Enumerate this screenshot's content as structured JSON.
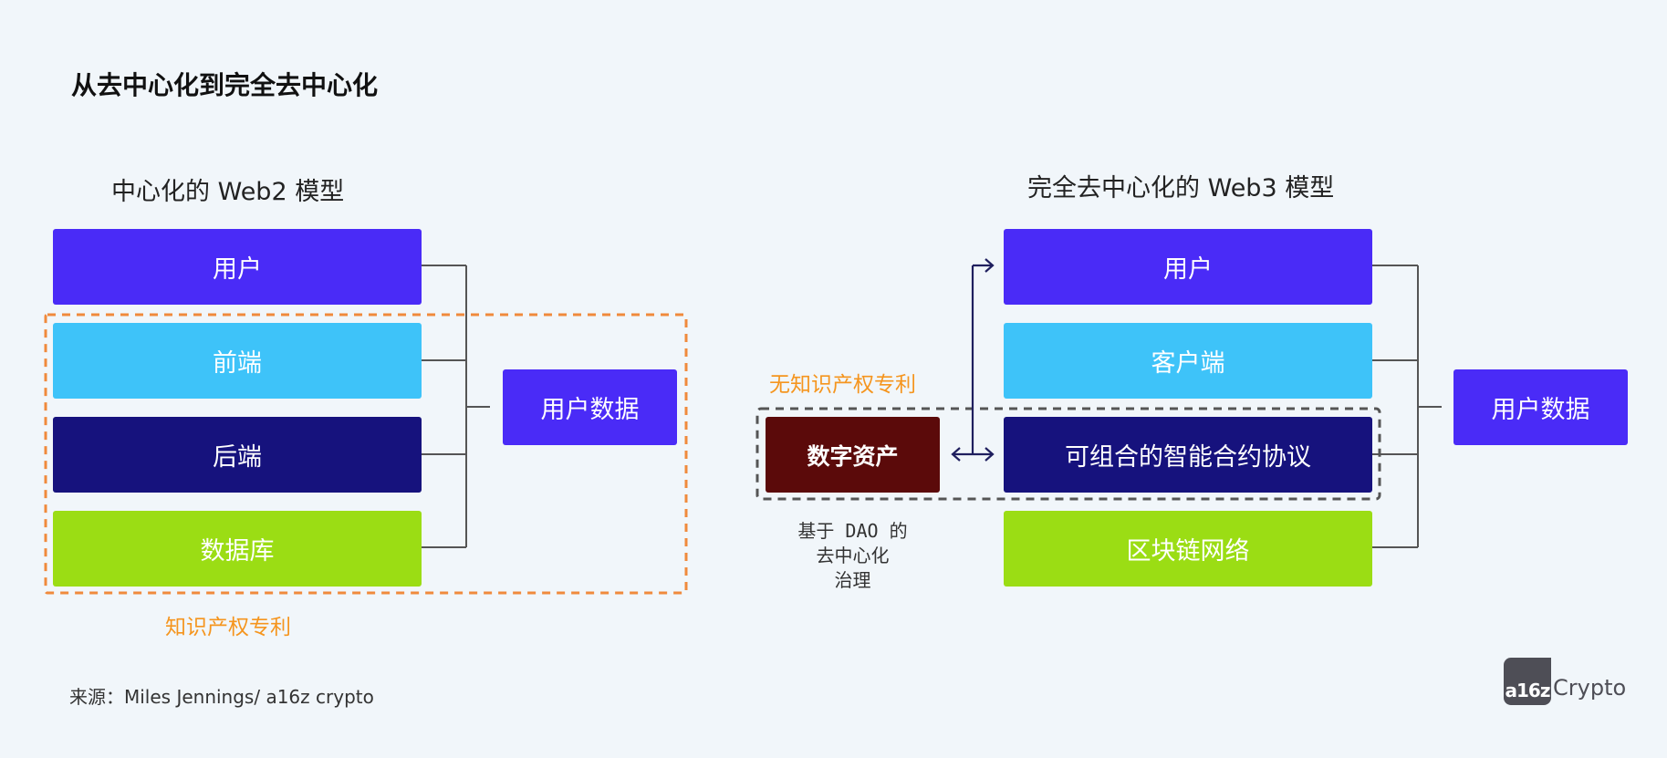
{
  "title": "从去中心化到完全去中心化",
  "web2": {
    "heading": "中心化的 Web2 模型",
    "layers": [
      "用户",
      "前端",
      "后端",
      "数据库"
    ],
    "data_box": "用户数据",
    "ip_label": "知识产权专利"
  },
  "web3": {
    "heading": "完全去中心化的 Web3 模型",
    "layers": [
      "用户",
      "客户端",
      "可组合的智能合约协议",
      "区块链网络"
    ],
    "data_box": "用户数据",
    "no_ip_label": "无知识产权专利",
    "digital_asset": "数字资产",
    "governance": [
      "基于 DAO 的",
      "去中心化",
      "治理"
    ]
  },
  "source": "来源：Miles Jennings/ a16z crypto",
  "logo": {
    "mark": "a16z",
    "text": "Crypto"
  },
  "colors": {
    "user": "#4a2bf7",
    "frontend": "#3ec3f9",
    "backend": "#16127d",
    "database": "#9bdd14",
    "digital_asset": "#5b0a0a",
    "orange": "#f5951e"
  }
}
